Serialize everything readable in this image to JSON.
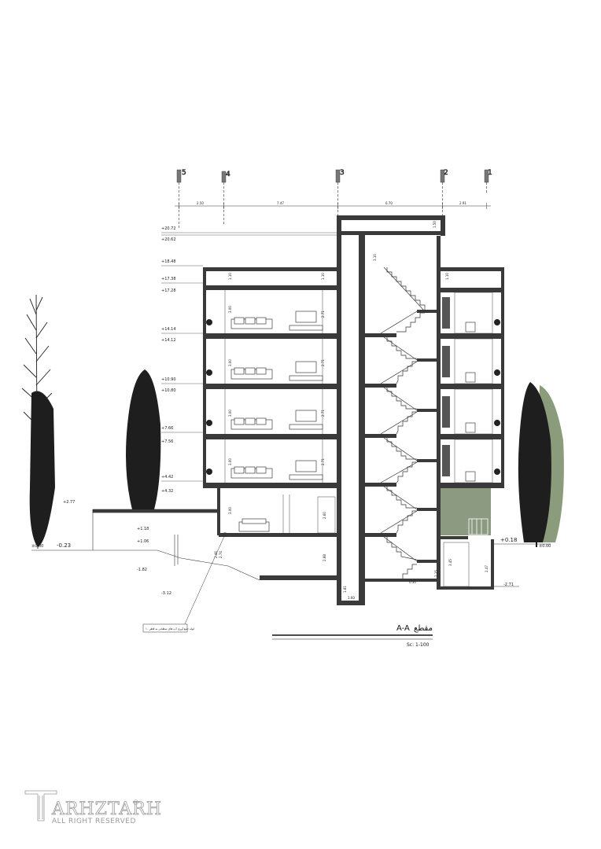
{
  "grid": [
    {
      "label": "5",
      "x": 5
    },
    {
      "label": "4",
      "x": 4
    },
    {
      "label": "3",
      "x": 3
    },
    {
      "label": "2",
      "x": 2
    },
    {
      "label": "1",
      "x": 1
    }
  ],
  "spans": [
    "2.50",
    "7.47",
    "6.70",
    "2.91"
  ],
  "levels": [
    "+20.72",
    "+18.48",
    "+17.38",
    "+14.14",
    "+10.90",
    "+7.66",
    "+4.42"
  ],
  "levels_sub": [
    "+20.62",
    "+17.28",
    "+14.12",
    "+10.80",
    "+7.56",
    "+4.32"
  ],
  "site_levels": {
    "left_wall": "+2.77",
    "ground_left": "-0.23",
    "small_left": "±0.00",
    "basement_left": "+1.18",
    "basement_left_sub": "+1.06",
    "ramp": "-1.82",
    "bottom": "-3.12",
    "right_ground": "+0.18",
    "right_zero": "±0.00",
    "right_bottom": "-2.71"
  },
  "heights": {
    "floor": "3.00",
    "window": "2.71",
    "parapet": "1.10",
    "stair_top": "3.10",
    "core_top": "1.50",
    "ground_door": "2.60",
    "basement": "2.88",
    "stair_base": "1.81",
    "base_w": "1.60",
    "right_b1": "3.45",
    "right_b2": "2.47",
    "right_b3": "2.15",
    "landing": "0.30",
    "ramp_a": "2.46",
    "ramp_b": "2.74"
  },
  "note": "لوله جمع آوری آب های سطحی به قطر ۱۰",
  "title": {
    "arabic": "مقطع",
    "code": "A-A",
    "scale": "Sc: 1-100"
  },
  "watermark": {
    "brand": "ARHZTARH",
    "sub": "ALL RIGHT RESERVED",
    "reg": "®"
  },
  "colors": {
    "wall": "#3a3a3a",
    "ink": "#1a1a1a",
    "tree": "#1e1e1e",
    "tree_green": "#8a9c7c",
    "shaft": "#8c9a82"
  }
}
